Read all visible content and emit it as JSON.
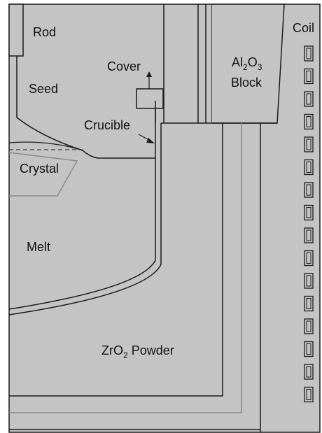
{
  "diagram": {
    "labels": {
      "rod": "Rod",
      "seed": "Seed",
      "cover": "Cover",
      "crucible": "Crucible",
      "crystal": "Crystal",
      "melt": "Melt",
      "block_prefix": "Al",
      "block_sub1": "2",
      "block_mid": "O",
      "block_sub2": "3",
      "block_word": "Block",
      "coil": "Coil",
      "powder_prefix": "ZrO",
      "powder_sub": "2",
      "powder_word": " Powder"
    },
    "colors": {
      "fill": "#c4c4c4",
      "stroke": "#1a1a1a",
      "thin_line": "#8a8a8a",
      "background": "#ffffff"
    },
    "coil_turn_count": 16
  }
}
